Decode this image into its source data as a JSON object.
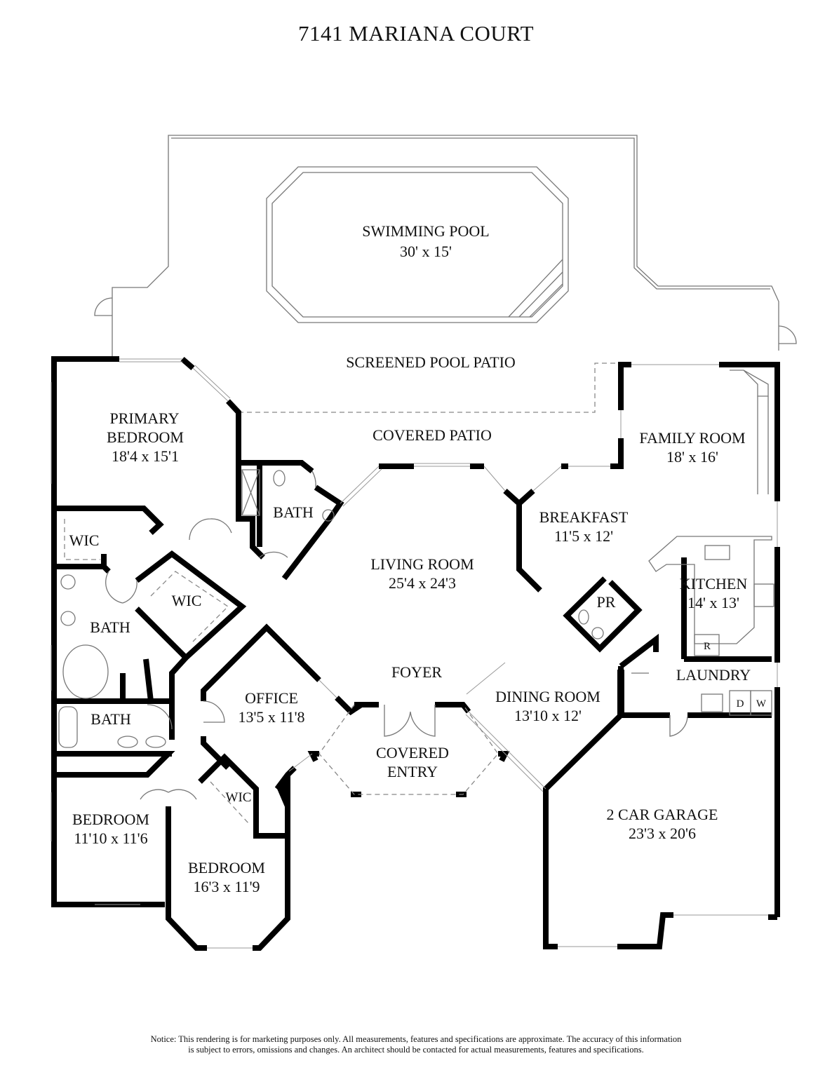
{
  "title": "7141 MARIANA COURT",
  "rooms": {
    "pool": {
      "name": "SWIMMING POOL",
      "size": "30' x 15'"
    },
    "screened_patio": {
      "name": "SCREENED POOL PATIO"
    },
    "covered_patio": {
      "name": "COVERED PATIO"
    },
    "primary_bedroom": {
      "name1": "PRIMARY",
      "name2": "BEDROOM",
      "size": "18'4 x 15'1"
    },
    "bath_primary_wc": {
      "name": "BATH"
    },
    "wic_1": {
      "name": "WIC"
    },
    "wic_2": {
      "name": "WIC"
    },
    "bath_primary": {
      "name": "BATH"
    },
    "bath_hall": {
      "name": "BATH"
    },
    "living_room": {
      "name": "LIVING ROOM",
      "size": "25'4 x 24'3"
    },
    "breakfast": {
      "name": "BREAKFAST",
      "size": "11'5 x 12'"
    },
    "family_room": {
      "name": "FAMILY ROOM",
      "size": "18' x 16'"
    },
    "kitchen": {
      "name": "KITCHEN",
      "size": "14' x 13'"
    },
    "pr": {
      "name": "PR"
    },
    "refrigerator": {
      "name": "R"
    },
    "laundry": {
      "name": "LAUNDRY"
    },
    "dryer": {
      "name": "D"
    },
    "washer": {
      "name": "W"
    },
    "foyer": {
      "name": "FOYER"
    },
    "office": {
      "name": "OFFICE",
      "size": "13'5 x 11'8"
    },
    "dining_room": {
      "name": "DINING ROOM",
      "size": "13'10 x 12'"
    },
    "covered_entry": {
      "name1": "COVERED",
      "name2": "ENTRY"
    },
    "garage": {
      "name": "2 CAR GARAGE",
      "size": "23'3 x 20'6"
    },
    "wic_3": {
      "name": "WIC"
    },
    "bedroom_1": {
      "name": "BEDROOM",
      "size": "11'10 x 11'6"
    },
    "bedroom_2": {
      "name": "BEDROOM",
      "size": "16'3 x 11'9"
    }
  },
  "notice": {
    "line1": "Notice: This rendering is for marketing purposes only. All measurements, features and specifications are approximate. The accuracy of this information",
    "line2": "is subject to errors, omissions and changes. An architect should be contacted for actual measurements, features and specifications."
  }
}
